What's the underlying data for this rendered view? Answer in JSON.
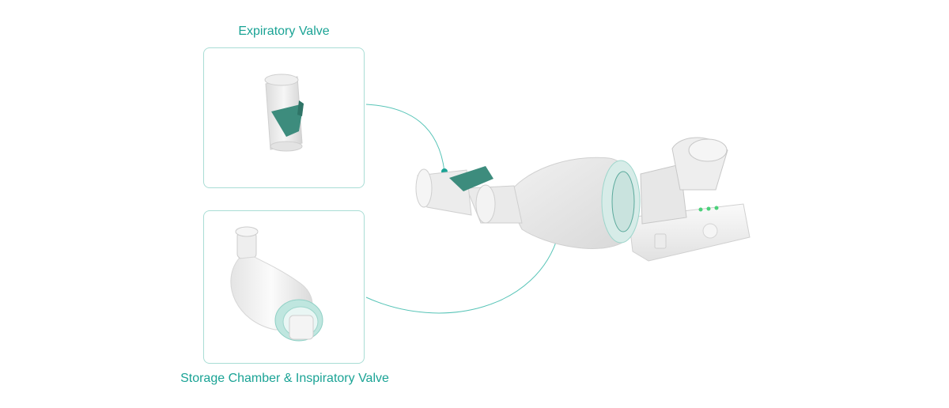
{
  "labels": {
    "expiratory_valve": "Expiratory Valve",
    "storage_chamber": "Storage Chamber & Inspiratory Valve"
  },
  "colors": {
    "accent": "#1aa395",
    "card_border": "#a9ddd5",
    "valve_green": "#3d8c7d"
  },
  "device": {
    "led_count": 3
  }
}
